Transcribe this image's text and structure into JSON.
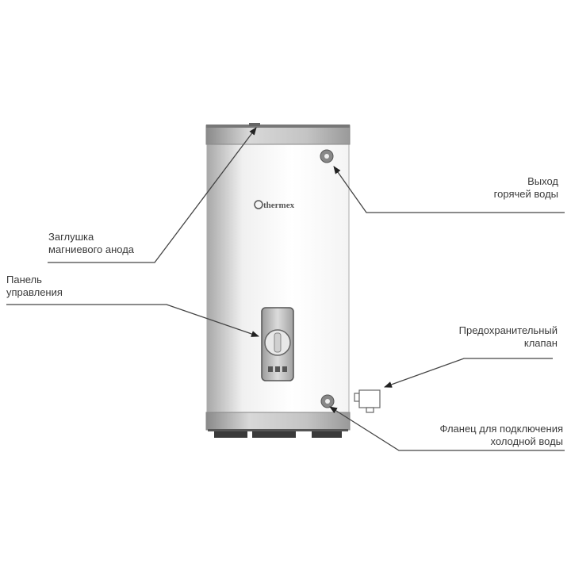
{
  "brand": "thermex",
  "labels": {
    "anode": "Заглушка\nмагниевого анода",
    "panel": "Панель\nуправления",
    "hot": "Выход\nгорячей воды",
    "valve": "Предохранительный\nклапан",
    "cold": "Фланец для подключения\nхолодной воды"
  }
}
